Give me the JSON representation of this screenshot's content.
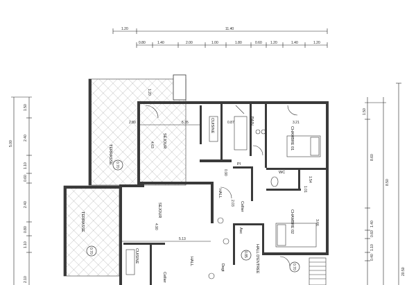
{
  "top_dims": {
    "row1": [
      "1.20",
      "11.40"
    ],
    "row2": [
      "0.80",
      "1.40",
      "2.00",
      "1.00",
      "1.80",
      "0.60",
      "1.20",
      "1.40",
      "1.20"
    ]
  },
  "left_dims": [
    "1.50",
    "2.40",
    "1.10",
    "0.60",
    "2.40",
    "0.80",
    "1.10",
    "2.10",
    "5.00"
  ],
  "right_dims": [
    "1.50",
    "8.60",
    "8.50",
    "1.40",
    "0.60",
    "1.10",
    "0.40",
    "20.50"
  ],
  "rooms": {
    "terrasse_upper": "TERRASSE",
    "terrasse_lower": "TERRASSE",
    "sejour_upper": "SEJOUR",
    "sejour_lower": "SEJOUR",
    "cuisine_upper": "CUISINE",
    "cuisine_lower": "CUISINE",
    "bain": "BAIN",
    "chambre_01": "CHAMBRE 01",
    "chambre_02": "CHAMBRE 02",
    "hall": "HALL",
    "hall_lower": "HALL",
    "hall_entree": "HALL D'ENTREE",
    "asc": "Asc",
    "cellier": "Cellier",
    "cellier_lower": "Cellier",
    "placard": "Pl",
    "degt": "Degt",
    "wc": "WC"
  },
  "interior_dims": {
    "d280": "2.80",
    "d535": "5.35",
    "d087": "0.87",
    "d321": "3.21",
    "d120": "1.20",
    "d463": "4.63",
    "d090": "0.90",
    "d203": "2.03",
    "d513": "5.13",
    "d490": "4.90",
    "d366": "3.66",
    "d154": "1.54",
    "d101": "1.01"
  },
  "levels": {
    "lvl_terrasse_upper": "0.70",
    "lvl_terrasse_lower": "0.70",
    "lvl_hall": "0.85",
    "lvl_bottom": "0.70"
  }
}
